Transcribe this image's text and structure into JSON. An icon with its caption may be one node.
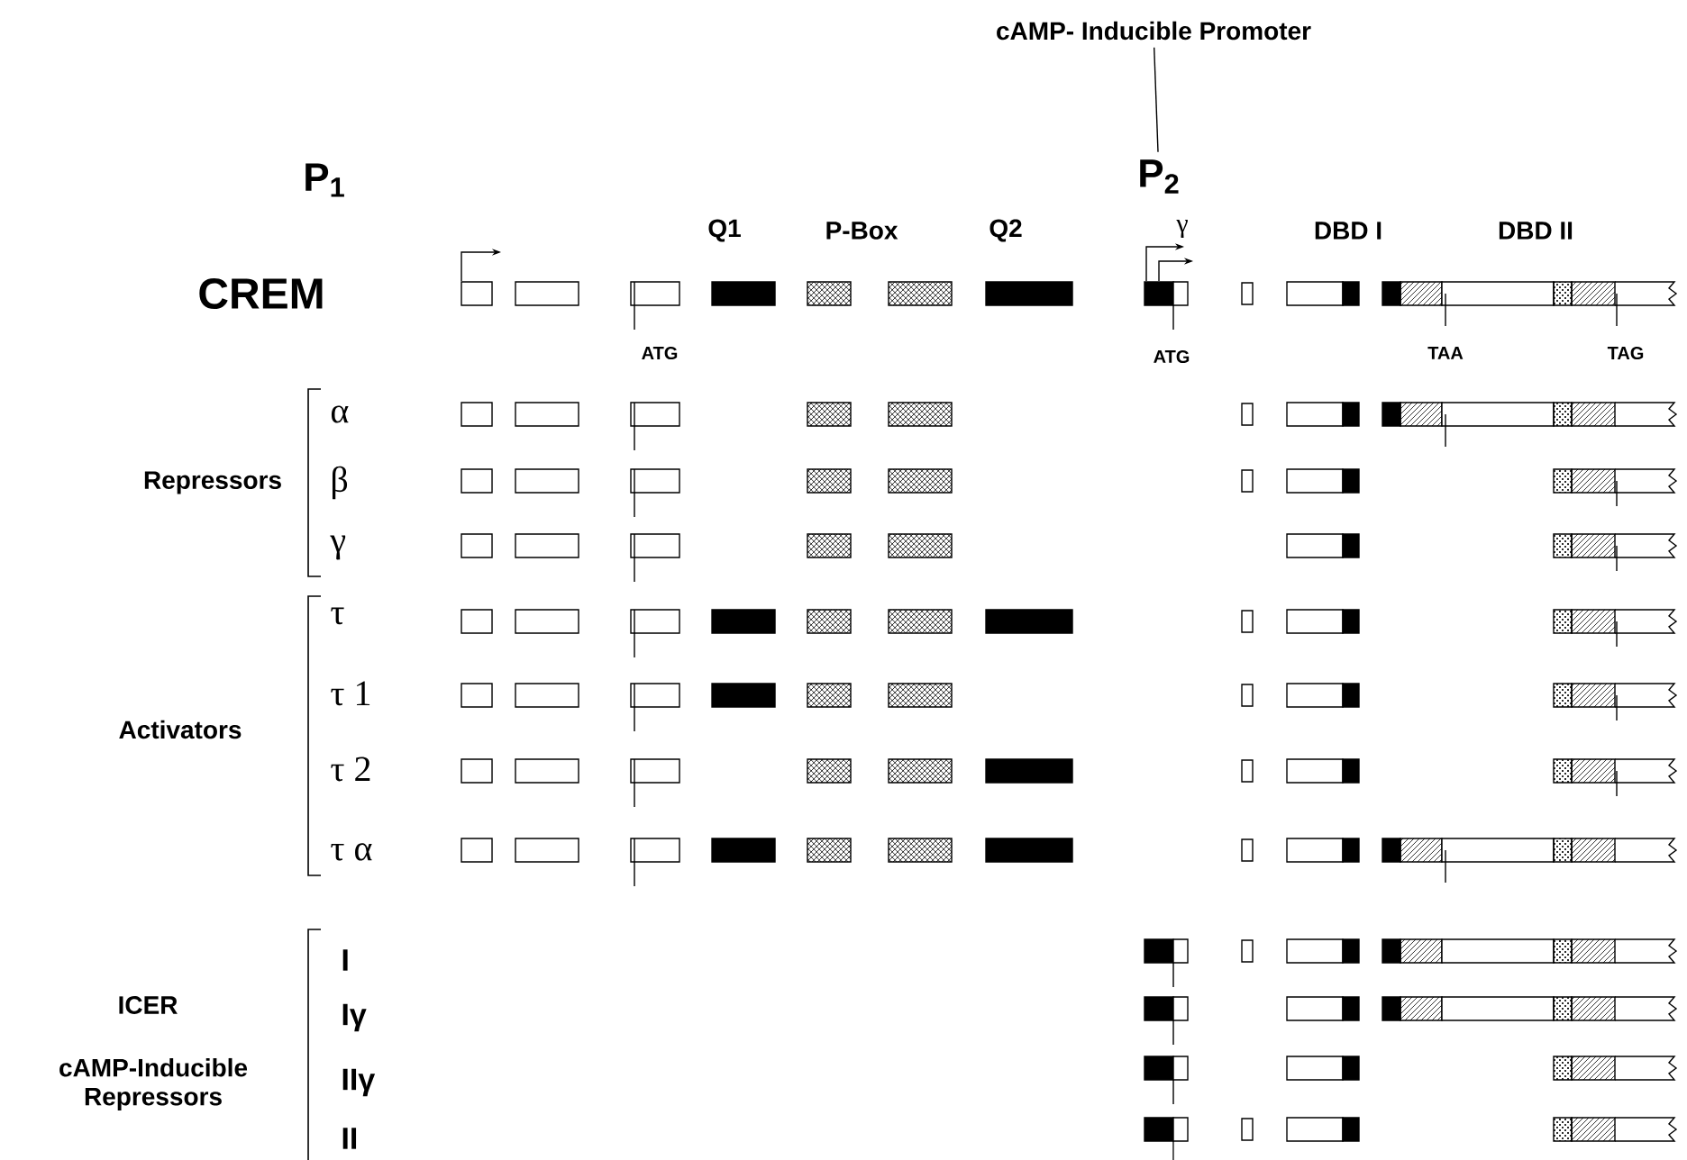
{
  "diagram": {
    "nodes": [
      {
        "text": [
          "cAMP- Inducible Promoter"
        ]
      },
      {
        "text": [
          "P$_{2}$"
        ]
      }
    ],
    "edges": [
      {
        "from": 0,
        "to": 1,
        "arrow": "none"
      }
    ],
    "labels": [
      "P$_{1}$",
      "Q1",
      "P-Box",
      "Q2",
      "γ",
      "DBD I",
      "DBD II",
      "CREM",
      "ATG",
      "ATG",
      "TAA",
      "TAG",
      "α",
      "Repressors",
      "β",
      "γ",
      "τ",
      "τ 1",
      "Activators",
      "τ 2",
      "τ α",
      "I",
      "ICER",
      "Iγ",
      "cAMP-Inducible Repressors",
      "IIγ",
      "II"
    ]
  }
}
